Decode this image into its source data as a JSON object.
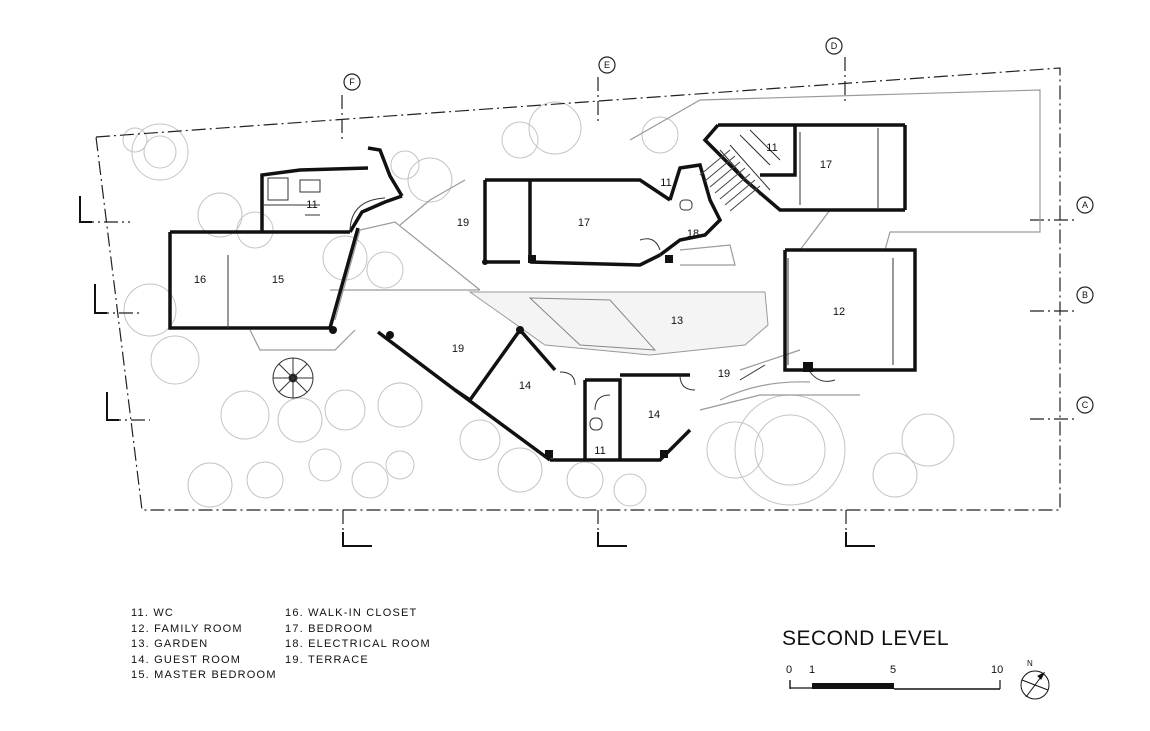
{
  "title": "SECOND LEVEL",
  "legend_col1": [
    "11. WC",
    "12. FAMILY ROOM",
    "13. GARDEN",
    "14. GUEST ROOM",
    "15. MASTER BEDROOM"
  ],
  "legend_col2": [
    "16. WALK-IN CLOSET",
    "17. BEDROOM",
    "18. ELECTRICAL ROOM",
    "19. TERRACE"
  ],
  "rooms": {
    "r11_left": "11",
    "r16": "16",
    "r15": "15",
    "r19_top": "19",
    "r17_mid": "17",
    "r11_mid": "11",
    "r18": "18",
    "r11_right": "11",
    "r17_right": "17",
    "r12": "12",
    "r13": "13",
    "r19_mid": "19",
    "r14_left": "14",
    "r11_bottom": "11",
    "r14_right": "14",
    "r19_right": "19"
  },
  "grid_markers": {
    "F": "F",
    "E": "E",
    "D": "D",
    "A": "A",
    "B": "B",
    "C": "C"
  },
  "scale": {
    "s0": "0",
    "s1": "1",
    "s5": "5",
    "s10": "10"
  },
  "north_label": "N"
}
